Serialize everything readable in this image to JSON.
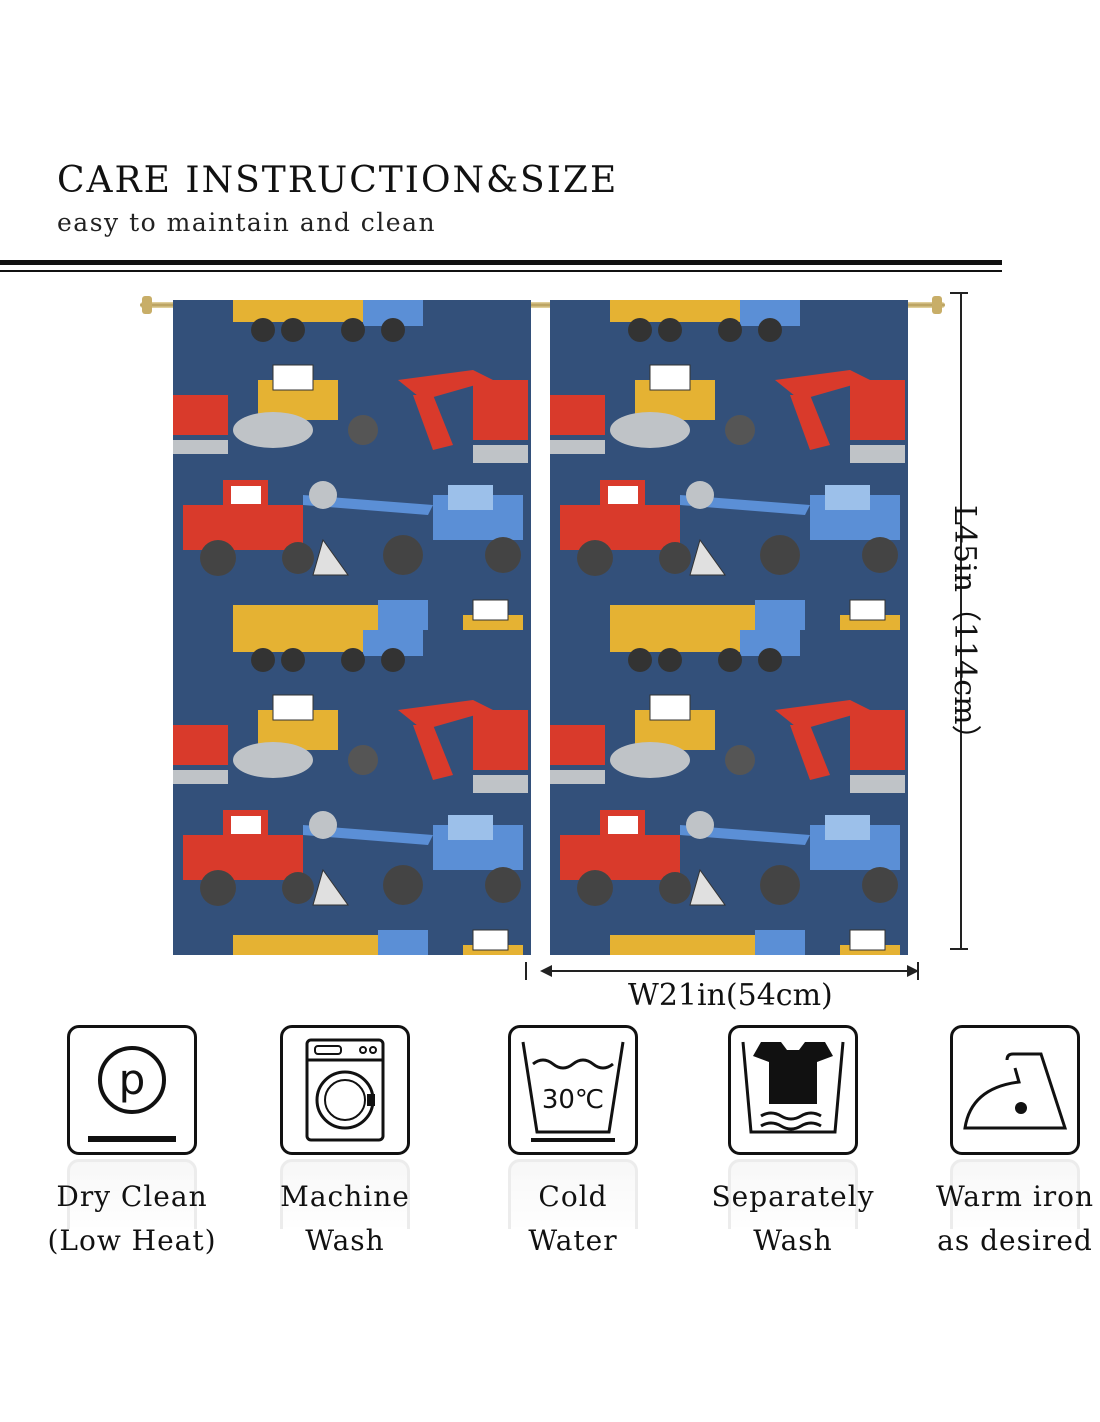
{
  "header": {
    "title": "CARE INSTRUCTION&SIZE",
    "subtitle": "easy to maintain and clean"
  },
  "dimensions": {
    "length": "L45in（114cm）",
    "width": "W21in(54cm)"
  },
  "care_items": [
    {
      "icon": "dry-clean-icon",
      "line1": "Dry Clean",
      "line2": "(Low Heat)"
    },
    {
      "icon": "machine-wash-icon",
      "line1": "Machine",
      "line2": "Wash"
    },
    {
      "icon": "cold-water-icon",
      "line1": "Cold",
      "line2": "Water",
      "badge": "30℃"
    },
    {
      "icon": "separately-wash-icon",
      "line1": "Separately",
      "line2": "Wash"
    },
    {
      "icon": "warm-iron-icon",
      "line1": "Warm iron",
      "line2": "as desired"
    }
  ],
  "colors": {
    "curtain_bg": "#33507a",
    "red": "#d93a2b",
    "yellow": "#e5b233",
    "blue": "#5b8fd6",
    "gray": "#bfc3c7"
  }
}
